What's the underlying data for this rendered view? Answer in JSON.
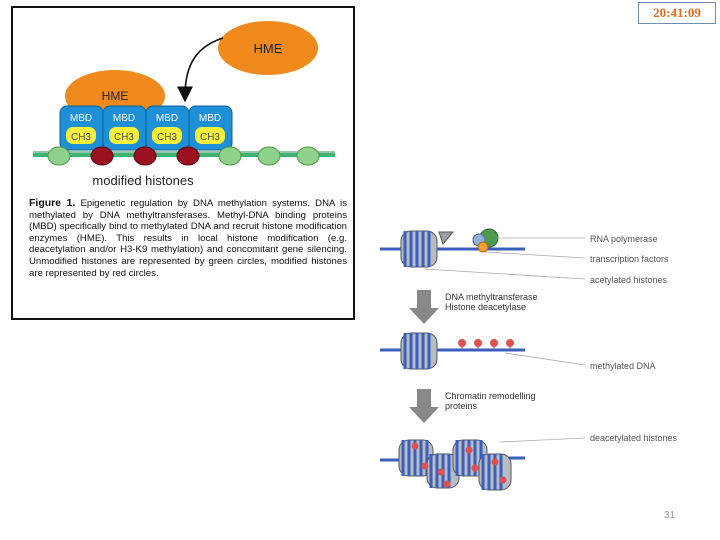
{
  "clock": {
    "time": "20:41:09"
  },
  "figure1": {
    "hme_top": "HME",
    "hme_bound": "HME",
    "mbd_labels": [
      "MBD",
      "MBD",
      "MBD",
      "MBD"
    ],
    "ch3_labels": [
      "CH3",
      "CH3",
      "CH3",
      "CH3"
    ],
    "histones_label": "modified histones",
    "caption_title": "Figure 1.",
    "caption_text": "Epigenetic regulation by DNA methylation systems. DNA is methylated by DNA methyltransferases. Methyl-DNA binding proteins (MBD) specifically bind to methylated DNA and recruit histone modification enzymes (HME). This results in local histone modification (e.g. deacetylation and/or H3-K9 methylation) and concomitant gene silencing. Unmodified histones are represented by green circles, modified histones are represented by red circles.",
    "colors": {
      "mbd": "#1e90d8",
      "hme": "#f08a1c",
      "ch3": "#f5f03c",
      "unmodified": "#8fd18a",
      "modified": "#9b1020",
      "dna": "#3cb371"
    }
  },
  "figure2": {
    "labels": {
      "rna_polymerase": "RNA polymerase",
      "transcription_factors": "transcription factors",
      "acetylated_histones": "acetylated histones",
      "step1_line1": "DNA methyltransferase",
      "step1_line2": "Histone deacetylase",
      "methylated_dna": "methylated DNA",
      "step2_line1": "Chromatin remodelling",
      "step2_line2": "proteins",
      "deacetylated_histones": "deacetylated histones"
    },
    "colors": {
      "dna": "#3a5fbf",
      "nucleosome": "#9aa0a8",
      "methyl": "#e05050",
      "polymerase": "#4e9a4e",
      "factor": "#f0a030",
      "arrow": "#888888"
    }
  },
  "page_number": "31"
}
